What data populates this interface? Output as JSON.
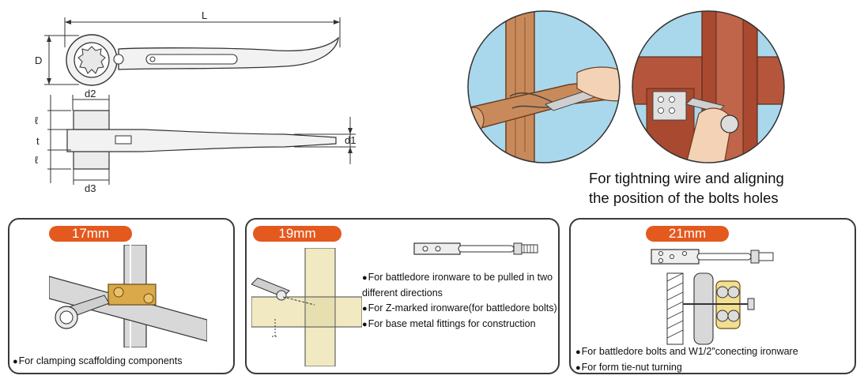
{
  "dimensions": {
    "L": "L",
    "D": "D",
    "d2": "d2",
    "d3": "d3",
    "d1": "d1",
    "l_top": "ℓ",
    "t": "t",
    "l_bottom": "ℓ"
  },
  "caption": {
    "line1": "For tightning wire and aligning",
    "line2": "the position of the bolts holes"
  },
  "panels": [
    {
      "badge": "17mm",
      "notes": [
        "For clamping scaffolding components"
      ]
    },
    {
      "badge": "19mm",
      "notes": [
        "For battledore ironware to be pulled in two different directions",
        "For Z-marked ironware(for battledore bolts)",
        "For base metal fittings for construction"
      ]
    },
    {
      "badge": "21mm",
      "notes": [
        "For battledore bolts and W1/2″conecting ironware",
        "For form tie-nut turning"
      ]
    }
  ],
  "colors": {
    "badge": "#e3591e",
    "sky": "#a9d8ec",
    "wood": "#c98a5b",
    "steel": "#b5563c"
  }
}
